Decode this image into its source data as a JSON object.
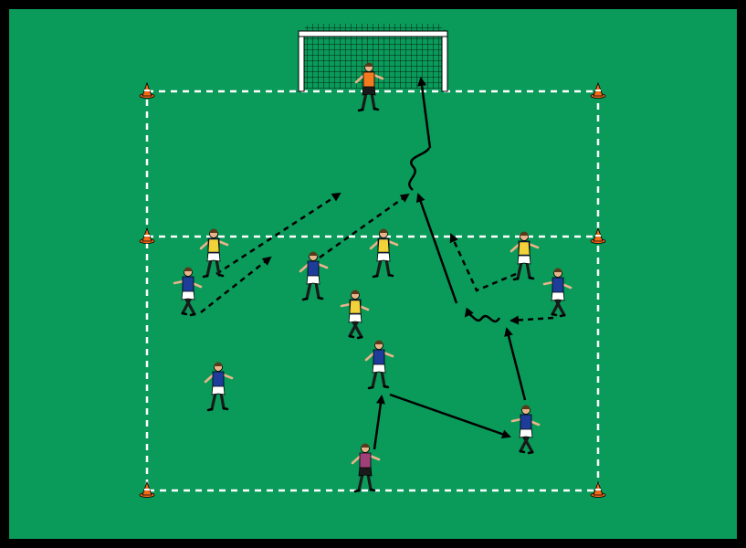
{
  "pitch": {
    "background_color": "#0a9a5a",
    "border_color": "#000000",
    "line_color": "#ffffff"
  },
  "colors": {
    "goalkeeper_shirt": "#f47a20",
    "attacker_shirt": "#1e3c9a",
    "defender_bib": "#f2d23a",
    "server_shirt": "#a0407a",
    "shorts": "#ffffff",
    "cone": "#f26a1a",
    "arrow": "#000000"
  },
  "legend": {
    "pass": "solid-arrow",
    "run": "dashed-arrow",
    "dribble": "wavy-arrow"
  },
  "icons": {
    "goal": "goal-net-icon",
    "cone": "training-cone-icon",
    "player": "player-figure-icon"
  }
}
